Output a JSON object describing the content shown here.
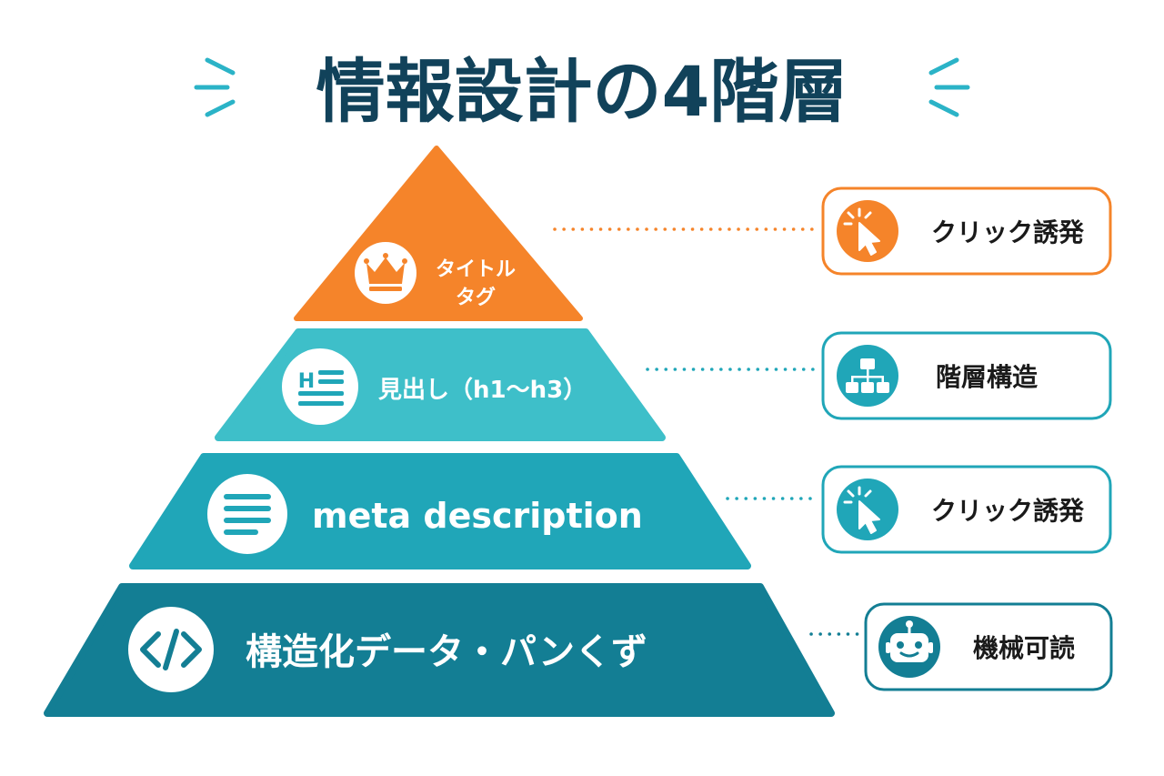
{
  "title": "情報設計の4階層",
  "colors": {
    "title": "#11425a",
    "accent_dash": "#2bb3c7",
    "orange": "#f5842a",
    "teal_light": "#3ebfc9",
    "teal_mid": "#20a6b8",
    "teal_dark": "#137e94"
  },
  "layers": [
    {
      "label_line1": "タイトル",
      "label_line2": "タグ",
      "icon": "crown-icon"
    },
    {
      "label": "見出し（h1〜h3）",
      "icon": "heading-icon"
    },
    {
      "label": "meta description",
      "icon": "text-lines-icon"
    },
    {
      "label": "構造化データ・パンくず",
      "icon": "code-icon"
    }
  ],
  "tags": [
    {
      "label": "クリック誘発",
      "icon": "cursor-click-icon"
    },
    {
      "label": "階層構造",
      "icon": "sitemap-icon"
    },
    {
      "label": "クリック誘発",
      "icon": "cursor-click-icon"
    },
    {
      "label": "機械可読",
      "icon": "robot-icon"
    }
  ]
}
